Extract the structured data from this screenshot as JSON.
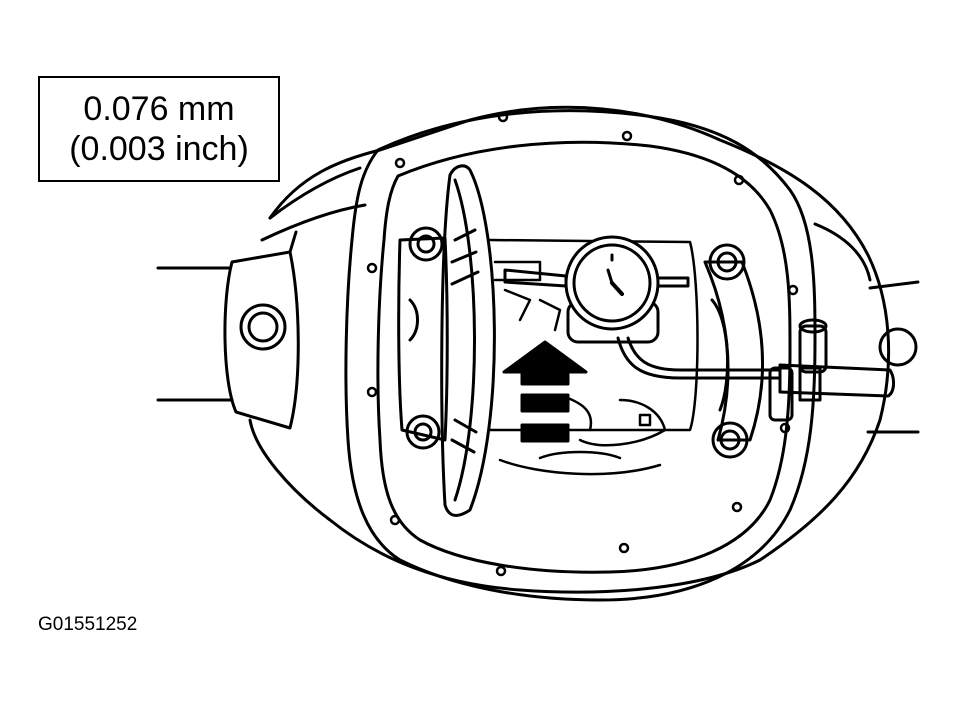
{
  "figure": {
    "spec_metric": "0.076 mm",
    "spec_imperial": "(0.003 inch)",
    "figure_id": "G01551252"
  },
  "colors": {
    "line": "#000000",
    "background": "#ffffff"
  },
  "icons": [
    "dial-indicator-icon",
    "direction-arrow-icon"
  ]
}
